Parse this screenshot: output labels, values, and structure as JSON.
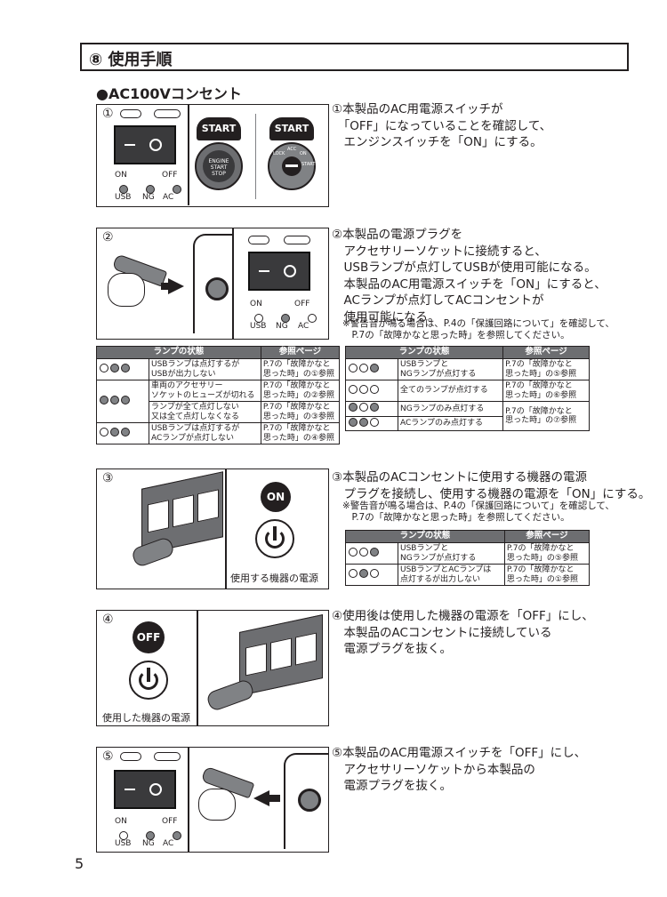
{
  "section": {
    "title": "⑧ 使用手順",
    "subtitle": "●AC100Vコンセント"
  },
  "steps": [
    {
      "num": "①",
      "text": "①本製品のAC用電源スイッチが\n　「OFF」になっていることを確認して、\n　エンジンスイッチを「ON」にする。",
      "labels": {
        "start": "START",
        "engine": "ENGINE\nSTART\nSTOP",
        "lock": "LOCK",
        "acc": "ACC",
        "on": "ON",
        "start2": "START",
        "on_label": "ON",
        "off_label": "OFF",
        "usb": "USB",
        "ng": "NG",
        "ac": "AC"
      }
    },
    {
      "num": "②",
      "text": "②本製品の電源プラグを\n　アクセサリーソケットに接続すると、\n　USBランプが点灯してUSBが使用可能になる。\n　本製品のAC用電源スイッチを「ON」にすると、\n　ACランプが点灯してACコンセントが\n　使用可能になる。",
      "note": "※警告音が鳴る場合は、P.4の「保護回路について」を確認して、\n　P.7の「故障かなと思った時」を参照してください。"
    },
    {
      "num": "③",
      "text": "③本製品のACコンセントに使用する機器の電源\n　プラグを接続し、使用する機器の電源を「ON」にする。",
      "note": "※警告音が鳴る場合は、P.4の「保護回路について」を確認して、\n　P.7の「故障かなと思った時」を参照してください。",
      "device_label": "使用する機器の電源",
      "button": "ON"
    },
    {
      "num": "④",
      "text": "④使用後は使用した機器の電源を「OFF」にし、\n　本製品のACコンセントに接続している\n　電源プラグを抜く。",
      "device_label": "使用した機器の電源",
      "button": "OFF"
    },
    {
      "num": "⑤",
      "text": "⑤本製品のAC用電源スイッチを「OFF」にし、\n　アクセサリーソケットから本製品の\n　電源プラグを抜く。"
    }
  ],
  "lamp_table_headers": {
    "status": "ランプの状態",
    "ref": "参照ページ"
  },
  "lamp_table_left": [
    {
      "desc": "USBランプは点灯するが\nUSBが出力しない",
      "ref": "P.7の「故障かなと\n思った時」の①参照"
    },
    {
      "desc": "車両のアクセサリー\nソケットのヒューズが切れる",
      "ref": "P.7の「故障かなと\n思った時」の②参照"
    },
    {
      "desc": "ランプが全て点灯しない\n又は全て点灯しなくなる",
      "ref": "P.7の「故障かなと\n思った時」の③参照"
    },
    {
      "desc": "USBランプは点灯するが\nACランプが点灯しない",
      "ref": "P.7の「故障かなと\n思った時」の④参照"
    }
  ],
  "lamp_table_right": [
    {
      "desc": "USBランプと\nNGランプが点灯する",
      "ref": "P.7の「故障かなと\n思った時」の⑤参照"
    },
    {
      "desc": "全てのランプが点灯する",
      "ref": "P.7の「故障かなと\n思った時」の⑥参照"
    },
    {
      "desc": "NGランプのみ点灯する",
      "ref": "P.7の「故障かなと\n思った時」の⑦参照"
    },
    {
      "desc": "ACランプのみ点灯する",
      "ref": ""
    }
  ],
  "lamp_table_step3": [
    {
      "desc": "USBランプと\nNGランプが点灯する",
      "ref": "P.7の「故障かなと\n思った時」の⑤参照"
    },
    {
      "desc": "USBランプとACランプは\n点灯するが出力しない",
      "ref": "P.7の「故障かなと\n思った時」の①参照"
    }
  ],
  "lamp_labels": {
    "usb": "USB",
    "ng": "NG",
    "ac": "AC"
  },
  "page_number": "5"
}
